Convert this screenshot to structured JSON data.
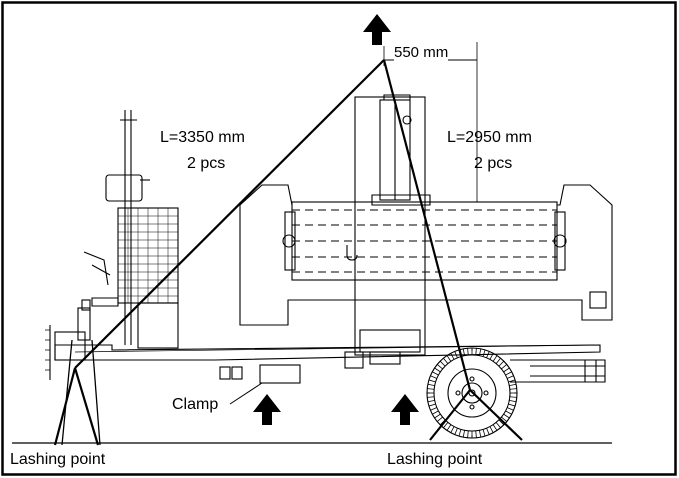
{
  "dimension_top": "550 mm",
  "rope_left": {
    "length": "L=3350 mm",
    "count": "2 pcs"
  },
  "rope_right": {
    "length": "L=2950 mm",
    "count": "2 pcs"
  },
  "clamp_label": "Clamp",
  "lashing_left": "Lashing point",
  "lashing_right": "Lashing point",
  "colors": {
    "ink": "#000000",
    "background": "#ffffff"
  },
  "icons": [
    "lift-arrow-up-icon",
    "clamp-arrow-up-icon",
    "axle-arrow-up-icon"
  ]
}
